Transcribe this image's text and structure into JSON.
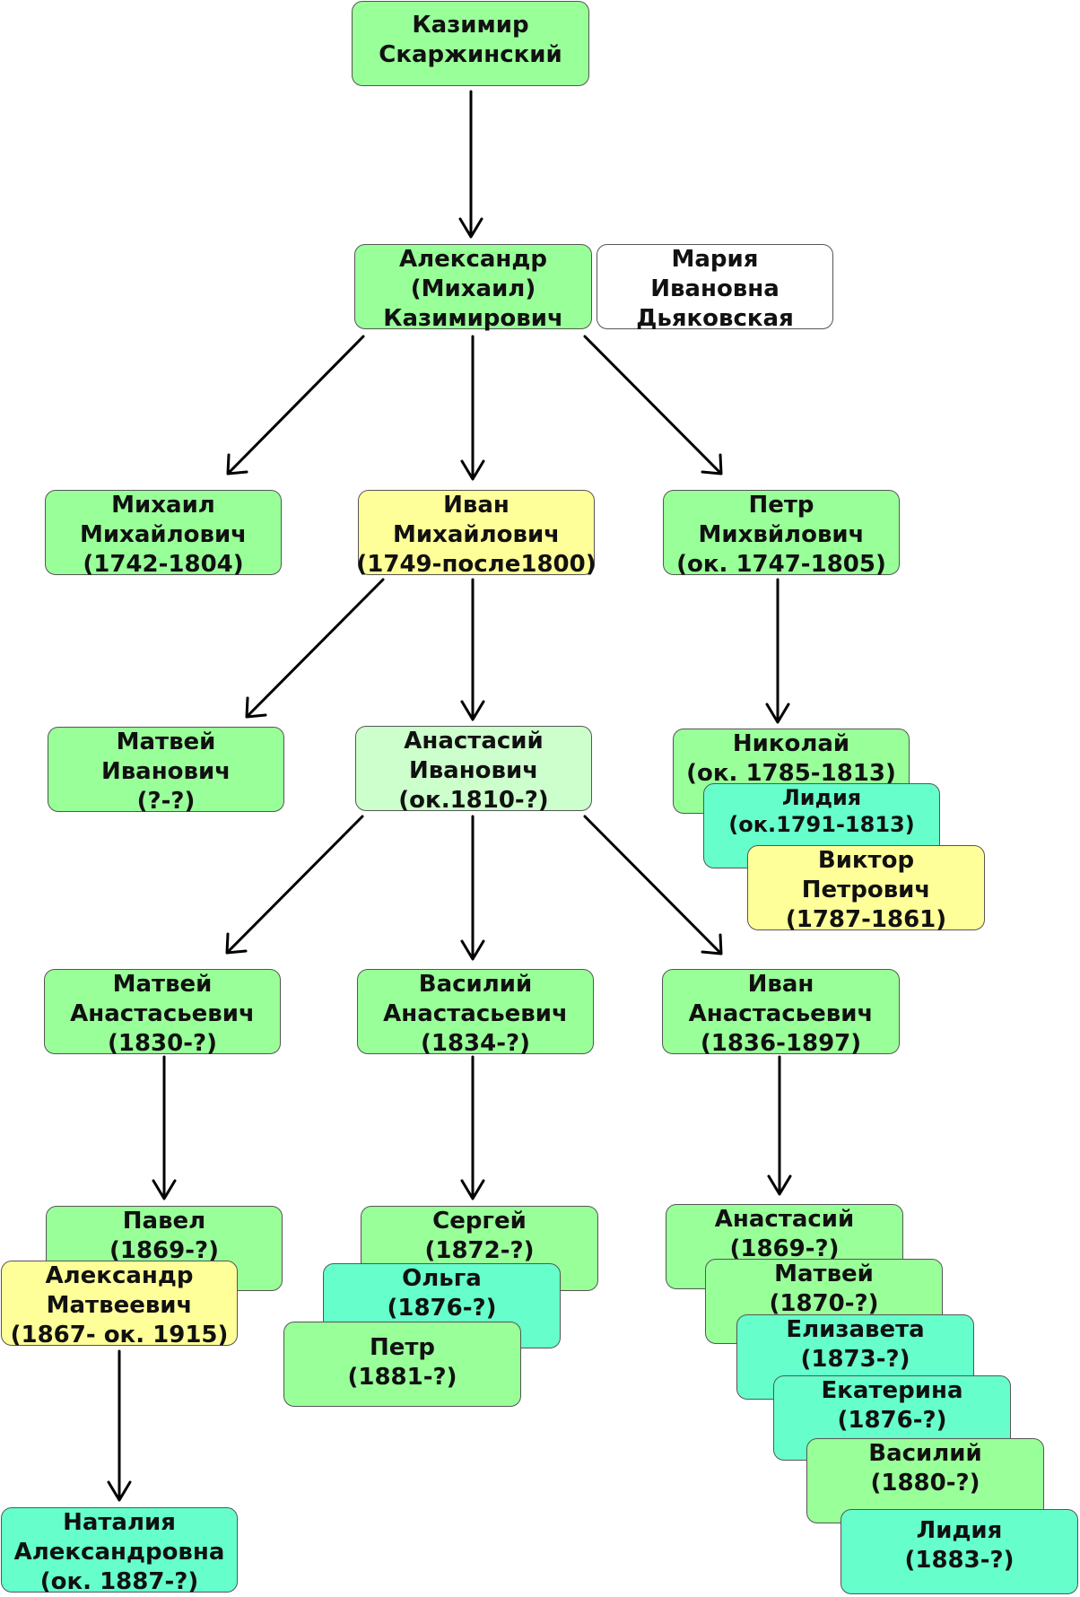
{
  "colors": {
    "green": "#99ff99",
    "light_green": "#ccffcc",
    "yellow": "#ffff99",
    "teal": "#66ffcc",
    "white": "#ffffff",
    "arrow": "#000000"
  },
  "nodes": {
    "kazimir": [
      "Казимир",
      "Скаржинский"
    ],
    "alexandr": [
      "Александр",
      "(Михаил)",
      "Казимирович"
    ],
    "maria": [
      "Мария",
      "Ивановна",
      "Дьяковская"
    ],
    "mikhail": [
      "Михаил",
      "Михайлович",
      "(1742-1804)"
    ],
    "ivan": [
      "Иван",
      "Михайлович",
      "(1749-после1800)"
    ],
    "petr": [
      "Петр",
      "Михвйлович",
      "(ок. 1747-1805)"
    ],
    "matvey_iv": [
      "Матвей",
      "Иванович",
      "(?-?)"
    ],
    "anastasiy_iv": [
      "Анастасий",
      "Иванович",
      "(ок.1810-?)"
    ],
    "nikolay": [
      "Николай",
      "(ок. 1785-1813)"
    ],
    "lidia_1791": [
      "Лидия",
      "(ок.1791-1813)"
    ],
    "viktor": [
      "Виктор",
      "Петрович",
      "(1787-1861)"
    ],
    "matvey_an": [
      "Матвей",
      "Анастасьевич",
      "(1830-?)"
    ],
    "vasiliy_an": [
      "Василий",
      "Анастасьевич",
      "(1834-?)"
    ],
    "ivan_an": [
      "Иван",
      "Анастасьевич",
      "(1836-1897)"
    ],
    "pavel": [
      "Павел",
      "(1869-?)"
    ],
    "alexandr_m": [
      "Александр",
      "Матвеевич",
      "(1867- ок. 1915)"
    ],
    "sergey": [
      "Сергей",
      "(1872-?)"
    ],
    "olga": [
      "Ольга",
      "(1876-?)"
    ],
    "petr_1881": [
      "Петр",
      "(1881-?)"
    ],
    "anastasiy_1869": [
      "Анастасий",
      "(1869-?)"
    ],
    "matvey_1870": [
      "Матвей",
      "(1870-?)"
    ],
    "elizaveta": [
      "Елизавета",
      "(1873-?)"
    ],
    "ekaterina": [
      "Екатерина",
      "(1876-?)"
    ],
    "vasiliy_1880": [
      "Василий",
      "(1880-?)"
    ],
    "lidia_1883": [
      "Лидия",
      "(1883-?)"
    ],
    "natalia": [
      "Наталия",
      "Александровна",
      "(ок. 1887-?)"
    ]
  }
}
